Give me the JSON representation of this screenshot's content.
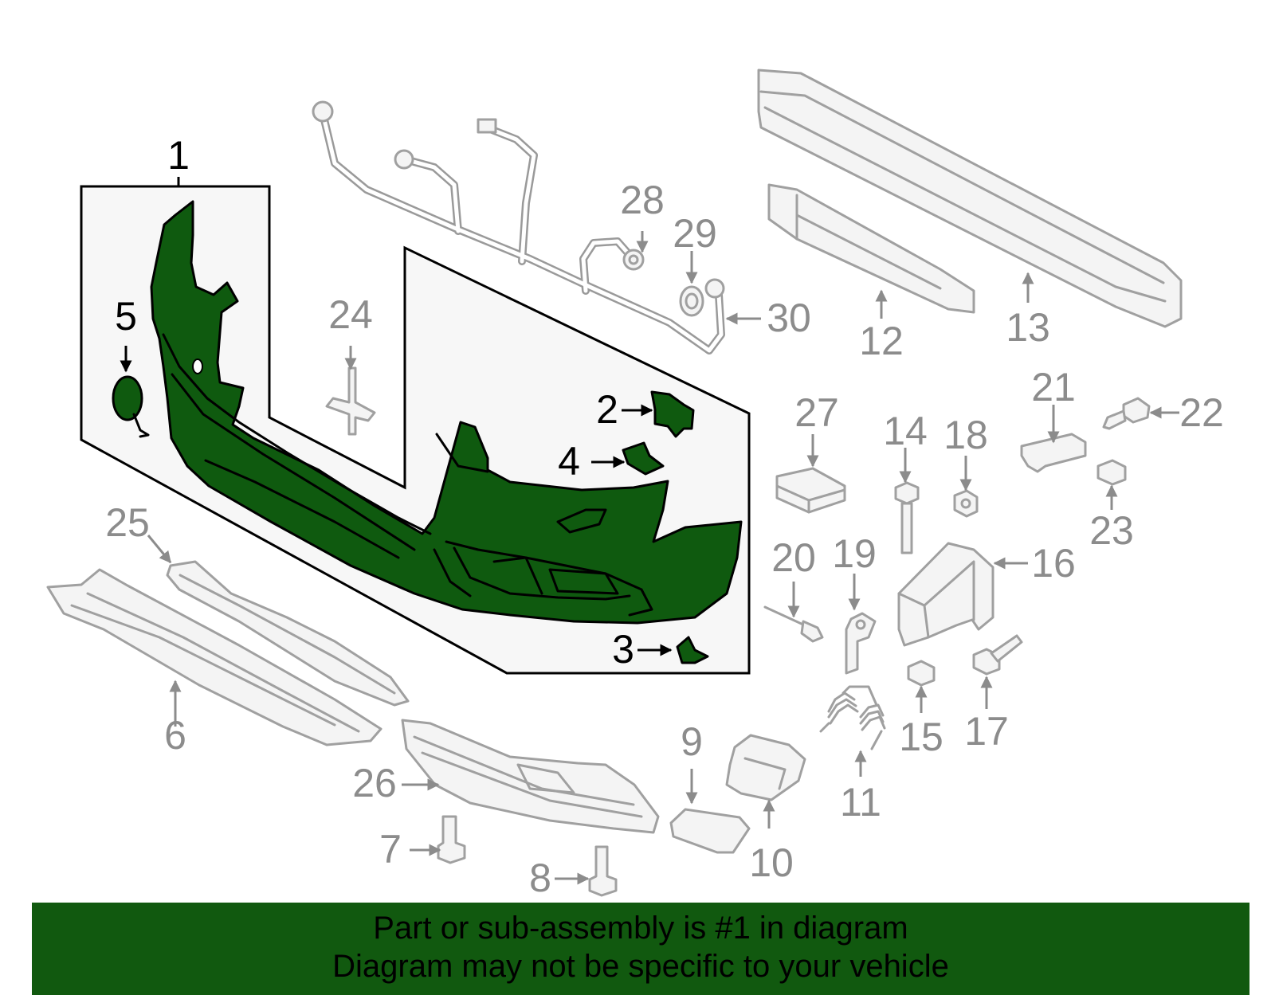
{
  "callouts": {
    "c1": "1",
    "c2": "2",
    "c3": "3",
    "c4": "4",
    "c5": "5",
    "c6": "6",
    "c7": "7",
    "c8": "8",
    "c9": "9",
    "c10": "10",
    "c11": "11",
    "c12": "12",
    "c13": "13",
    "c14": "14",
    "c15": "15",
    "c16": "16",
    "c17": "17",
    "c18": "18",
    "c19": "19",
    "c20": "20",
    "c21": "21",
    "c22": "22",
    "c23": "23",
    "c24": "24",
    "c25": "25",
    "c26": "26",
    "c27": "27",
    "c28": "28",
    "c29": "29",
    "c30": "30"
  },
  "highlight_color": "#11590f",
  "footer": {
    "line1": "Part or sub-assembly is #1 in diagram",
    "line2": "Diagram may not be specific to your vehicle"
  }
}
